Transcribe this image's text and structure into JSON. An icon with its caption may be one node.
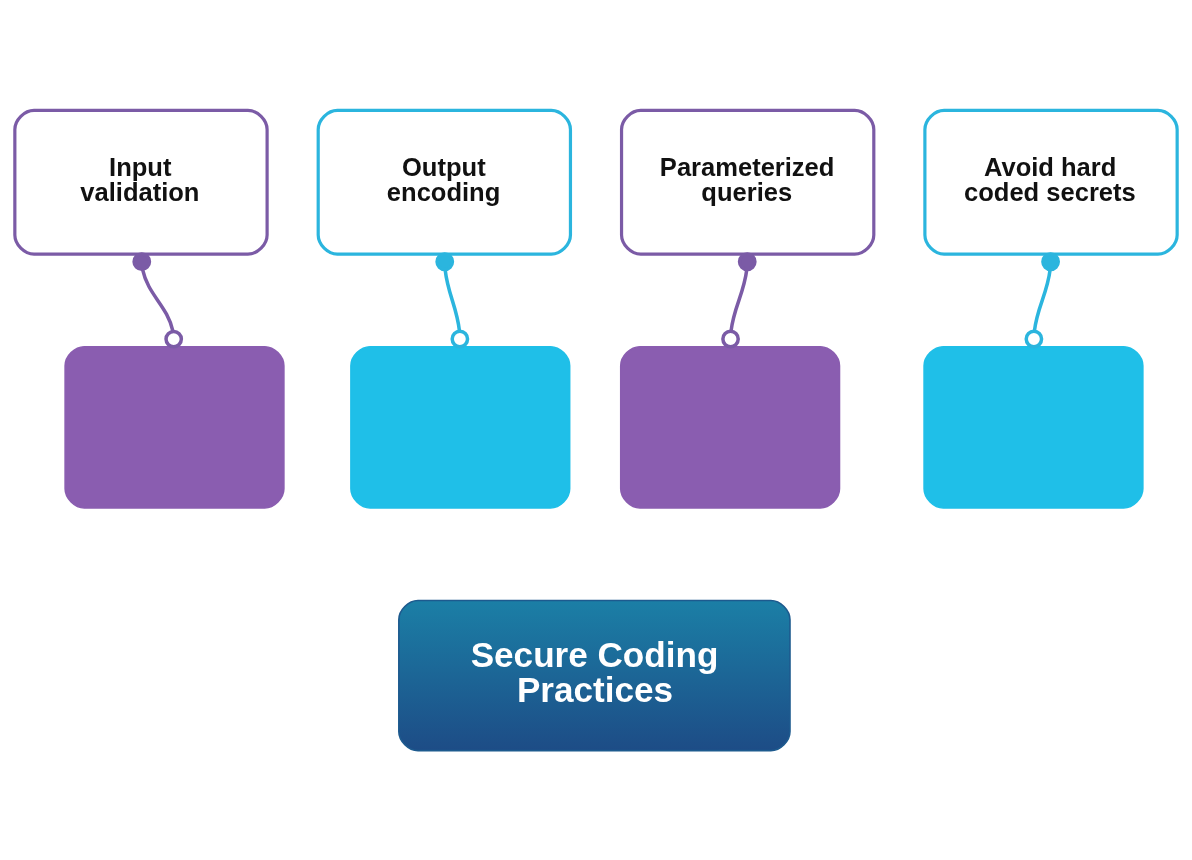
{
  "diagram": {
    "nodes": [
      {
        "text": [
          "Input validation"
        ]
      },
      {
        "text": [
          "Output encoding"
        ]
      },
      {
        "text": [
          "Parameterized queries"
        ]
      },
      {
        "text": [
          "Avoid hard coded secrets"
        ]
      },
      {
        "text": [],
        "shape": "box"
      },
      {
        "text": [],
        "shape": "box"
      },
      {
        "text": [],
        "shape": "box"
      },
      {
        "text": [],
        "shape": "box"
      },
      {
        "text": [
          "Secure Coding Practices"
        ]
      }
    ],
    "edges": [
      {
        "from": 0,
        "to": 4,
        "arrow": "other",
        "color": "#7b5ba6"
      },
      {
        "from": 1,
        "to": 5,
        "arrow": "other",
        "color": "#2bb5de"
      },
      {
        "from": 2,
        "to": 6,
        "arrow": "other",
        "color": "#7b5ba6"
      },
      {
        "from": 3,
        "to": 7,
        "arrow": "other",
        "color": "#2bb5de"
      }
    ]
  }
}
